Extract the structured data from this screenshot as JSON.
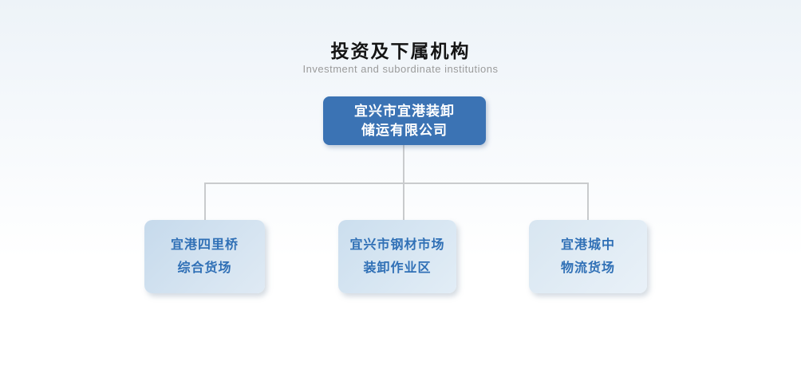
{
  "header": {
    "title": "投资及下属机构",
    "subtitle": "Investment and subordinate institutions"
  },
  "org_chart": {
    "type": "tree",
    "root": {
      "label_line1": "宜兴市宜港装卸",
      "label_line2": "储运有限公司"
    },
    "children": [
      {
        "label_line1": "宜港四里桥",
        "label_line2": "综合货场"
      },
      {
        "label_line1": "宜兴市钢材市场",
        "label_line2": "装卸作业区"
      },
      {
        "label_line1": "宜港城中",
        "label_line2": "物流货场"
      }
    ]
  },
  "colors": {
    "root_box_bg": "#3b73b4",
    "root_box_text": "#ffffff",
    "child_box_bg_start": "#c6daec",
    "child_box_bg_end": "#e9f1f8",
    "child_box_text": "#3070b6",
    "connector": "#c9cbcd",
    "title_text": "#141414",
    "subtitle_text": "#9b9b9b",
    "background_top": "#edf3f8",
    "background_bottom": "#ffffff"
  }
}
